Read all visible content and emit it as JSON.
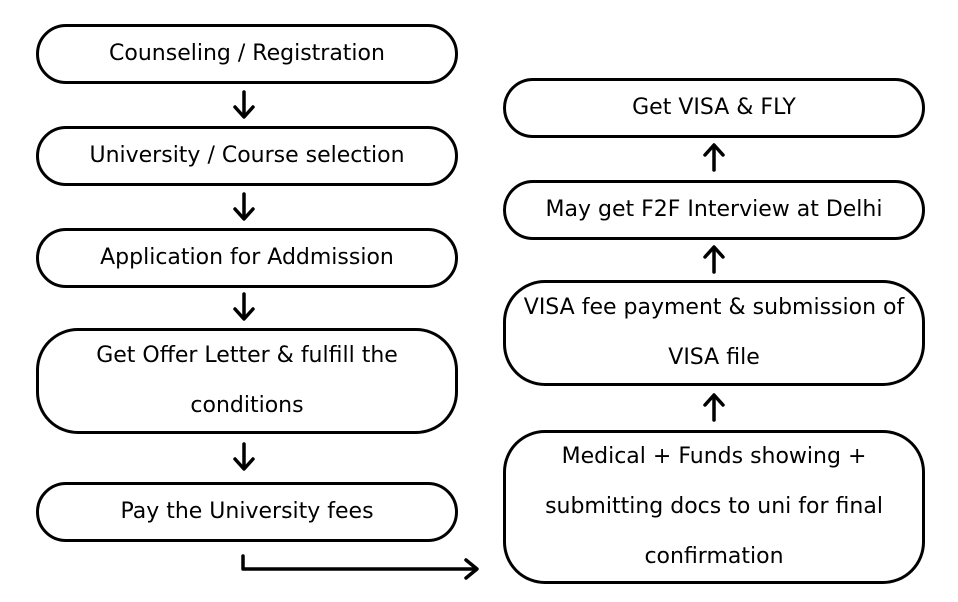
{
  "flow": {
    "left": [
      {
        "id": "counseling",
        "label": "Counseling / Registration"
      },
      {
        "id": "selection",
        "label": "University / Course selection"
      },
      {
        "id": "application",
        "label": "Application for Addmission"
      },
      {
        "id": "offer",
        "label": "Get Offer Letter & fulfill the conditions"
      },
      {
        "id": "fees",
        "label": "Pay the University fees"
      }
    ],
    "right": [
      {
        "id": "visa-fly",
        "label": "Get VISA & FLY"
      },
      {
        "id": "interview",
        "label": "May get F2F Interview at Delhi"
      },
      {
        "id": "visa-fee",
        "label": "VISA fee payment & submission of VISA file"
      },
      {
        "id": "medical",
        "label": "Medical + Funds showing + submitting docs to uni for final confirmation"
      }
    ]
  }
}
